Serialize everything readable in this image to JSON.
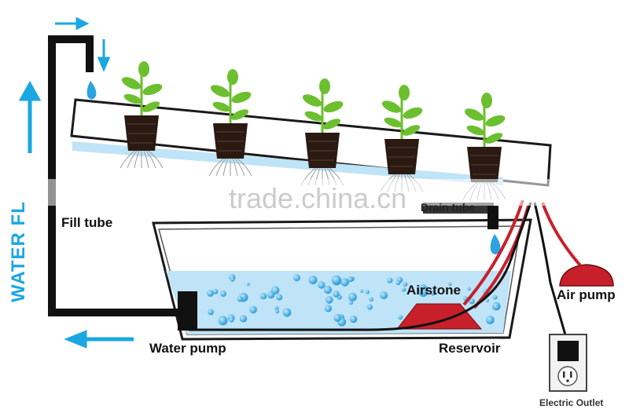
{
  "labels": {
    "fill_tube": "Fill tube",
    "drain_tube": "Drain tube",
    "airstone": "Airstone",
    "air_pump": "Air pump",
    "water_pump": "Water pump",
    "reservoir": "Reservoir",
    "electric_outlet": "Electric Outlet",
    "water_flow": "WATER FL"
  },
  "watermark": "trade.china.cn",
  "colors": {
    "pipe": "#111111",
    "water": "#bfe3f7",
    "flow_arrow": "#1aa7e2",
    "pump_red": "#c8202a",
    "leaf": "#6cbf2e",
    "pot": "#2a1a12"
  },
  "plants": [
    {
      "id": "plant-1"
    },
    {
      "id": "plant-2"
    },
    {
      "id": "plant-3"
    },
    {
      "id": "plant-4"
    },
    {
      "id": "plant-5"
    }
  ]
}
